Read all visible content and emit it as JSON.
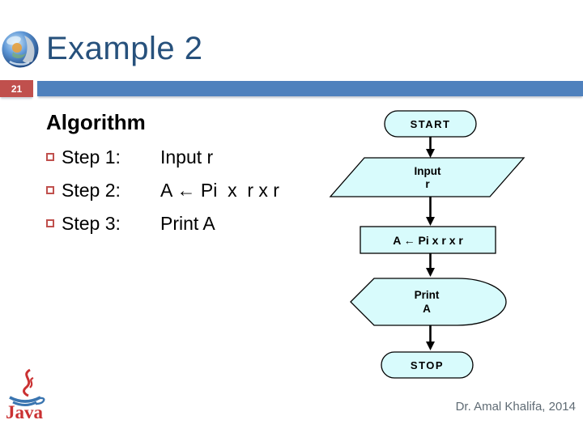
{
  "slide": {
    "title": "Example 2",
    "slide_number": "21",
    "heading": "Algorithm",
    "steps": [
      {
        "label": "Step 1:",
        "text": "Input r"
      },
      {
        "label": "Step 2:",
        "text": "A ← Pi  x  r x r"
      },
      {
        "label": "Step 3:",
        "text": "Print A"
      }
    ],
    "credit": "Dr. Amal Khalifa, 2014"
  },
  "flowchart": {
    "start_label": "START",
    "input_label_line1": "Input",
    "input_label_line2": "r",
    "process_label": "A ← Pi x r x r",
    "print_label_line1": "Print",
    "print_label_line2": "A",
    "stop_label": "STOP"
  },
  "branding": {
    "java_wordmark": "Java"
  },
  "colors": {
    "title_text": "#27517C",
    "accent_bar": "#4F81BD",
    "slide_number_bg": "#C0504D",
    "bullet_outline": "#C0504D",
    "flowchart_fill": "#D8FBFC",
    "flowchart_border": "#000000",
    "credit_text": "#5F6B74",
    "java_red": "#CA3132",
    "java_blue": "#3A75B0"
  }
}
